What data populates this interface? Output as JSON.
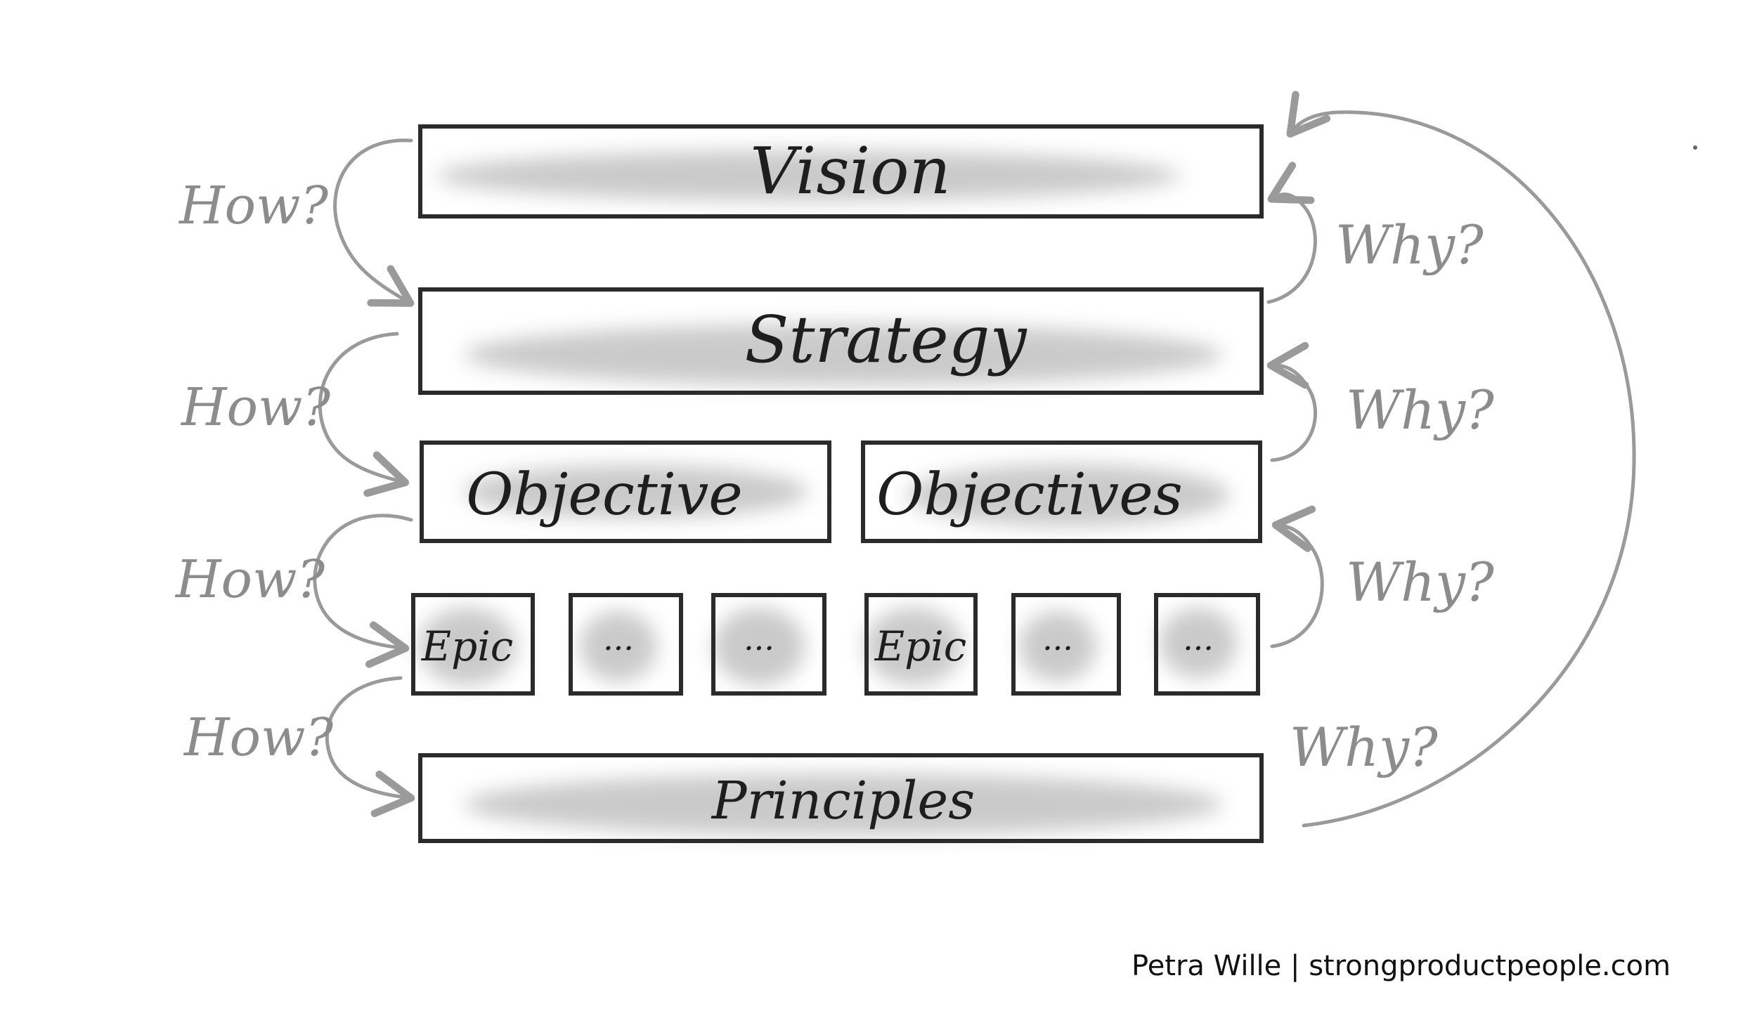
{
  "diagram": {
    "vision": "Vision",
    "strategy": "Strategy",
    "objective_left": "Objective",
    "objective_right": "Objectives",
    "epics": [
      "Epic",
      "...",
      "...",
      "Epic",
      "...",
      "..."
    ],
    "principles": "Principles",
    "how_labels": [
      "How?",
      "How?",
      "How?",
      "How?"
    ],
    "why_labels": [
      "Why?",
      "Why?",
      "Why?",
      "Why?"
    ]
  },
  "footer": {
    "credit": "Petra Wille | strongproductpeople.com"
  },
  "colors": {
    "box_stroke": "#2b2b2b",
    "arrow_stroke": "#9a9a9a",
    "shading": "#bdbdbd"
  }
}
